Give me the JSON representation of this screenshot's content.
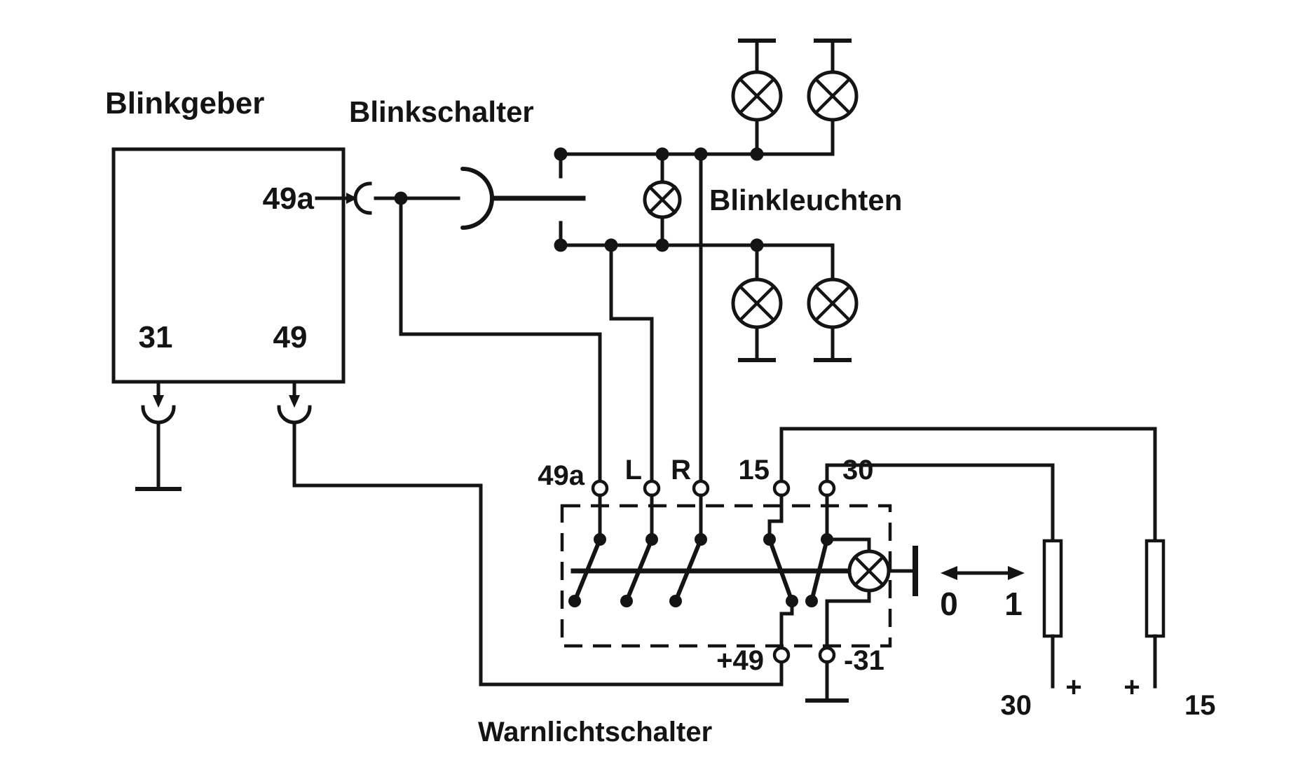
{
  "palette": {
    "ink": "#141414",
    "paper": "#ffffff"
  },
  "titles": {
    "flasher": "Blinkgeber",
    "turn_switch": "Blinkschalter",
    "lamps": "Blinkleuchten",
    "hazard_switch": "Warnlichtschalter"
  },
  "flasher_terminals": {
    "out_49a": "49a",
    "gnd_31": "31",
    "in_49": "49"
  },
  "hazard_terminals": {
    "t_49a": "49a",
    "t_l": "L",
    "t_r": "R",
    "t_15": "15",
    "t_30": "30",
    "t_plus49": "+49",
    "t_minus31": "-31"
  },
  "switch_positions": {
    "off": "0",
    "on": "1"
  },
  "supply": {
    "batt_label": "30",
    "batt_plus": "+",
    "ign_plus": "+",
    "ign_label": "15"
  }
}
